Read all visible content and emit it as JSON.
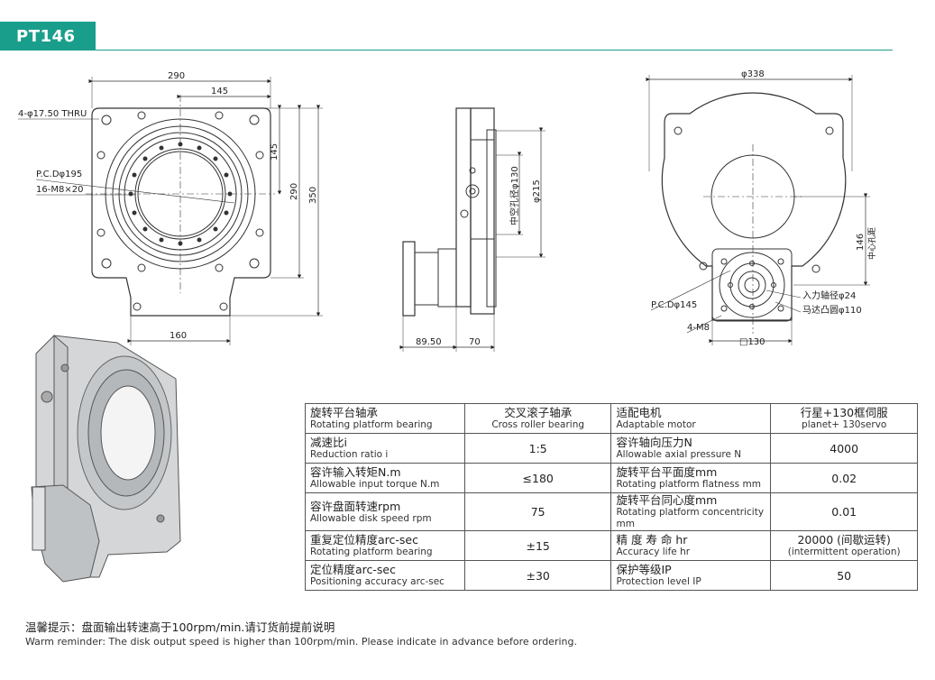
{
  "header": {
    "title": "PT146",
    "accent_color": "#1a9e8c"
  },
  "front_view": {
    "dim_width": "290",
    "dim_half_width": "145",
    "dim_holes": "4-φ17.50 THRU",
    "dim_pcd": "P.C.Dφ195",
    "dim_threads": "16-M8×20",
    "dim_half_height": "145",
    "dim_height": "290",
    "dim_total_height": "350",
    "dim_bottom": "160"
  },
  "side_view": {
    "dim_bore": "中空孔径φ130",
    "dim_diameter": "φ215",
    "dim_motor_len": "89.50",
    "dim_body_len": "70"
  },
  "rear_view": {
    "dim_outer": "φ338",
    "dim_center_hole": "146",
    "dim_center_hole_label": "中心孔距",
    "dim_pcd": "P.C.Dφ145",
    "dim_input_shaft": "入力轴径φ24",
    "dim_motor_boss": "马达凸圆φ110",
    "dim_holes": "4-M8",
    "dim_square": "□130"
  },
  "spec_table": {
    "rows": [
      {
        "l_zh": "旋转平台轴承",
        "l_en": "Rotating platform bearing",
        "l_val_zh": "交叉滚子轴承",
        "l_val_en": "Cross roller bearing",
        "r_zh": "适配电机",
        "r_en": "Adaptable motor",
        "r_val_zh": "行星+130框伺服",
        "r_val_en": "planet+ 130servo"
      },
      {
        "l_zh": "减速比i",
        "l_en": "Reduction ratio i",
        "l_val_zh": "1:5",
        "l_val_en": "",
        "r_zh": "容许轴向压力N",
        "r_en": "Allowable axial pressure N",
        "r_val_zh": "4000",
        "r_val_en": ""
      },
      {
        "l_zh": "容许输入转矩N.m",
        "l_en": "Allowable input torque N.m",
        "l_val_zh": "≤180",
        "l_val_en": "",
        "r_zh": "旋转平台平面度mm",
        "r_en": "Rotating platform flatness mm",
        "r_val_zh": "0.02",
        "r_val_en": ""
      },
      {
        "l_zh": "容许盘面转速rpm",
        "l_en": "Allowable disk speed rpm",
        "l_val_zh": "75",
        "l_val_en": "",
        "r_zh": "旋转平台同心度mm",
        "r_en": "Rotating platform concentricity mm",
        "r_val_zh": "0.01",
        "r_val_en": ""
      },
      {
        "l_zh": "重复定位精度arc-sec",
        "l_en": "Rotating platform bearing",
        "l_val_zh": "±15",
        "l_val_en": "",
        "r_zh": "精 度 寿 命 hr",
        "r_en": "Accuracy life hr",
        "r_val_zh": "20000 (间歇运转)",
        "r_val_en": "(intermittent operation)"
      },
      {
        "l_zh": "定位精度arc-sec",
        "l_en": "Positioning accuracy arc-sec",
        "l_val_zh": "±30",
        "l_val_en": "",
        "r_zh": "保护等级IP",
        "r_en": "Protection level IP",
        "r_val_zh": "50",
        "r_val_en": ""
      }
    ]
  },
  "notice": {
    "zh": "温馨提示：盘面输出转速高于100rpm/min.请订货前提前说明",
    "en": "Warm reminder: The disk output speed is higher than 100rpm/min. Please indicate in advance before ordering."
  }
}
